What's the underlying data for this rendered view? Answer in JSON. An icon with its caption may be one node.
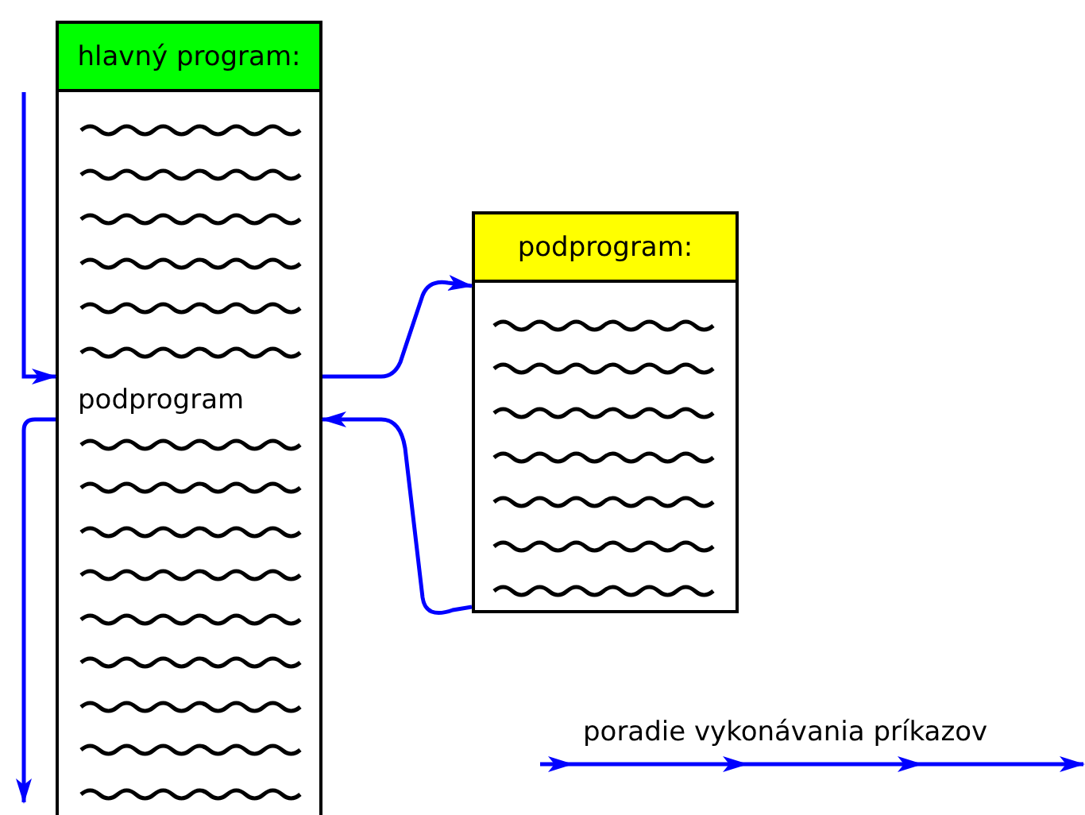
{
  "diagram": {
    "nodes": [
      {
        "text": [
          "hlavný program:",
          "podprogram"
        ]
      },
      {
        "text": [
          "podprogram:"
        ]
      }
    ],
    "edges": [
      {
        "from": null,
        "to": 0,
        "arrow": "to"
      },
      {
        "from": 0,
        "to": 1,
        "arrow": "to"
      },
      {
        "from": 1,
        "to": 0,
        "arrow": "to"
      },
      {
        "from": 0,
        "to": null,
        "arrow": "to"
      }
    ],
    "legend": [
      {
        "text": "poradie vykonávania príkazov"
      }
    ]
  }
}
